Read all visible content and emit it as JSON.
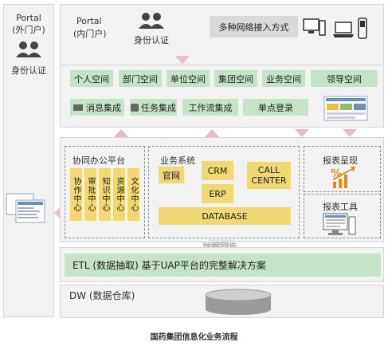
{
  "left_portal": {
    "title": "Portal",
    "subtitle": "(外门户)",
    "auth": "身份认证"
  },
  "top": {
    "portal_title": "Portal",
    "portal_subtitle": "(内门户)",
    "auth": "身份认证",
    "network": "多种网络接入方式"
  },
  "spaces": [
    "个人空间",
    "部门空间",
    "单位空间",
    "集团空间",
    "业务空间",
    "领导空间"
  ],
  "integrations": [
    "消息集成",
    "任务集成",
    "工作流集成",
    "单点登录"
  ],
  "office": {
    "title": "协同办公平台",
    "columns": [
      "协作中心",
      "审批中心",
      "知识中心",
      "资源中心",
      "文化中心"
    ]
  },
  "business": {
    "title": "业务系统",
    "site": "官网",
    "crm": "CRM",
    "erp": "ERP",
    "call": "CALL CENTER",
    "db": "DATABASE"
  },
  "reports": {
    "show": "报表呈现",
    "tool": "报表工具"
  },
  "sync": "数据同步",
  "etl": "ETL (数据抽取)  基于UAP平台的完整解决方案",
  "dw": "DW (数据仓库)",
  "caption": "国药集团信息化业务流程"
}
